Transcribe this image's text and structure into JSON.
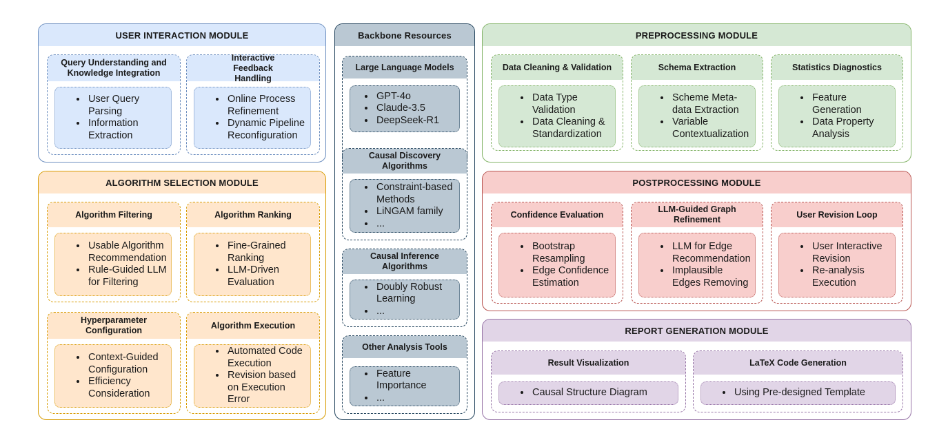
{
  "colors": {
    "user_interaction": {
      "fill": "#dae8fc",
      "stroke": "#6c8ebf"
    },
    "algorithm_selection": {
      "fill": "#ffe6cc",
      "stroke": "#d79b00"
    },
    "backbone": {
      "fill": "#bac8d3",
      "stroke": "#23445d"
    },
    "preprocessing": {
      "fill": "#d5e8d4",
      "stroke": "#82b366"
    },
    "postprocessing": {
      "fill": "#f8cecc",
      "stroke": "#b85450"
    },
    "report": {
      "fill": "#e1d5e7",
      "stroke": "#9673a6"
    }
  },
  "user_interaction": {
    "title": "USER INTERACTION MODULE",
    "subs": [
      {
        "title": "Query Understanding and Knowledge Integration",
        "items": [
          "User Query Parsing",
          "Information Extraction"
        ]
      },
      {
        "title": "Interactive Feedback Handling",
        "items": [
          "Online Process Refinement",
          "Dynamic Pipeline Reconfiguration"
        ]
      }
    ]
  },
  "algorithm_selection": {
    "title": "ALGORITHM SELECTION MODULE",
    "subs": [
      {
        "title": "Algorithm Filtering",
        "items": [
          "Usable Algorithm Recommendation",
          "Rule-Guided LLM for Filtering"
        ]
      },
      {
        "title": "Algorithm Ranking",
        "items": [
          "Fine-Grained Ranking",
          "LLM-Driven Evaluation"
        ]
      },
      {
        "title": "Hyperparameter Configuration",
        "items": [
          "Context-Guided Configuration",
          "Efficiency Consideration"
        ]
      },
      {
        "title": "Algorithm Execution",
        "items": [
          "Automated Code Execution",
          "Revision based on Execution Error"
        ]
      }
    ]
  },
  "backbone": {
    "title": "Backbone Resources",
    "subs": [
      {
        "title": "Large Language Models",
        "items": [
          "GPT-4o",
          "Claude-3.5",
          "DeepSeek-R1"
        ]
      },
      {
        "title": "Causal Discovery Algorithms",
        "items": [
          "Constraint-based Methods",
          "LiNGAM family",
          "..."
        ]
      },
      {
        "title": "Causal Inference Algorithms",
        "items": [
          "Doubly Robust Learning",
          "..."
        ]
      },
      {
        "title": "Other Analysis Tools",
        "items": [
          "Feature Importance",
          "..."
        ]
      }
    ]
  },
  "preprocessing": {
    "title": "PREPROCESSING MODULE",
    "subs": [
      {
        "title": "Data Cleaning & Validation",
        "items": [
          "Data Type Validation",
          "Data Cleaning & Standardization"
        ]
      },
      {
        "title": "Schema Extraction",
        "items": [
          "Scheme Meta-data Extraction",
          "Variable Contextualization"
        ]
      },
      {
        "title": "Statistics Diagnostics",
        "items": [
          "Feature Generation",
          "Data Property Analysis"
        ]
      }
    ]
  },
  "postprocessing": {
    "title": "POSTPROCESSING MODULE",
    "subs": [
      {
        "title": "Confidence Evaluation",
        "items": [
          "Bootstrap Resampling",
          "Edge Confidence Estimation"
        ]
      },
      {
        "title": "LLM-Guided Graph Refinement",
        "items": [
          "LLM for Edge Recommendation",
          "Implausible Edges Removing"
        ]
      },
      {
        "title": "User Revision Loop",
        "items": [
          "User Interactive Revision",
          "Re-analysis Execution"
        ]
      }
    ]
  },
  "report": {
    "title": "REPORT GENERATION MODULE",
    "subs": [
      {
        "title": "Result Visualization",
        "items": [
          "Causal Structure Diagram"
        ]
      },
      {
        "title": "LaTeX Code Generation",
        "items": [
          "Using Pre-designed Template"
        ]
      }
    ]
  }
}
